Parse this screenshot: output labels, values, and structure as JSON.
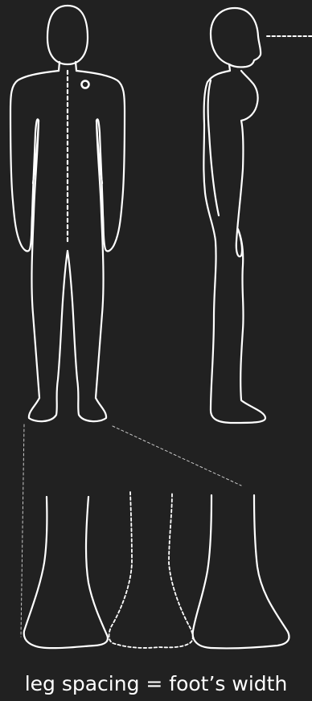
{
  "caption": {
    "text": "leg spacing = foot’s width"
  },
  "colors": {
    "background": "#212121",
    "line": "#ffffff",
    "guide": "#bdbdbd"
  },
  "figures": {
    "front_view": "front-body-outline",
    "side_view": "side-body-outline",
    "detail_view": "feet-detail"
  }
}
